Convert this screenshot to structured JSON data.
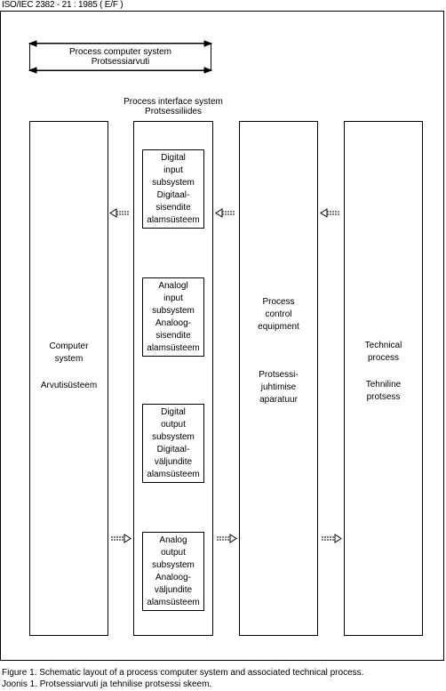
{
  "header": {
    "standard": "ISO/IEC 2382 - 21 : 1985 ( E/F )"
  },
  "process_computer_system": {
    "label_en": "Process computer system",
    "label_et": "Protsessiarvuti"
  },
  "process_interface_system": {
    "label_en": "Process interface system",
    "label_et": "Protsessiliides"
  },
  "computer_system": {
    "label_en": "Computer system",
    "label_et": "Arvutisüsteem"
  },
  "subsystems": {
    "digital_input": {
      "lines": [
        "Digital",
        "input",
        "subsystem",
        "Digitaal-",
        "sisendite",
        "alamsüsteem"
      ]
    },
    "analog_input": {
      "lines": [
        "Analogl",
        "input",
        "subsystem",
        "Analoog-",
        "sisendite",
        "alamsüsteem"
      ]
    },
    "digital_output": {
      "lines": [
        "Digital",
        "output",
        "subsystem",
        "Digitaal-",
        "väljundite",
        "alamsüsteem"
      ]
    },
    "analog_output": {
      "lines": [
        "Analog",
        "output",
        "subsystem",
        "Analoog-",
        "väljundite",
        "alamsüsteem"
      ]
    }
  },
  "process_control_equipment": {
    "lines_en": [
      "Process",
      "control",
      "equipment"
    ],
    "lines_et": [
      "Protsessi-",
      "juhtimise",
      "aparatuur"
    ]
  },
  "technical_process": {
    "lines_en": [
      "Technical",
      "process"
    ],
    "lines_et": [
      "Tehniline",
      "protsess"
    ]
  },
  "captions": {
    "figure_en": "Figure 1. Schematic layout of a process computer system and associated technical process.",
    "figure_et": "Joonis 1. Protsessiarvuti ja tehnilise protsessi skeem."
  }
}
